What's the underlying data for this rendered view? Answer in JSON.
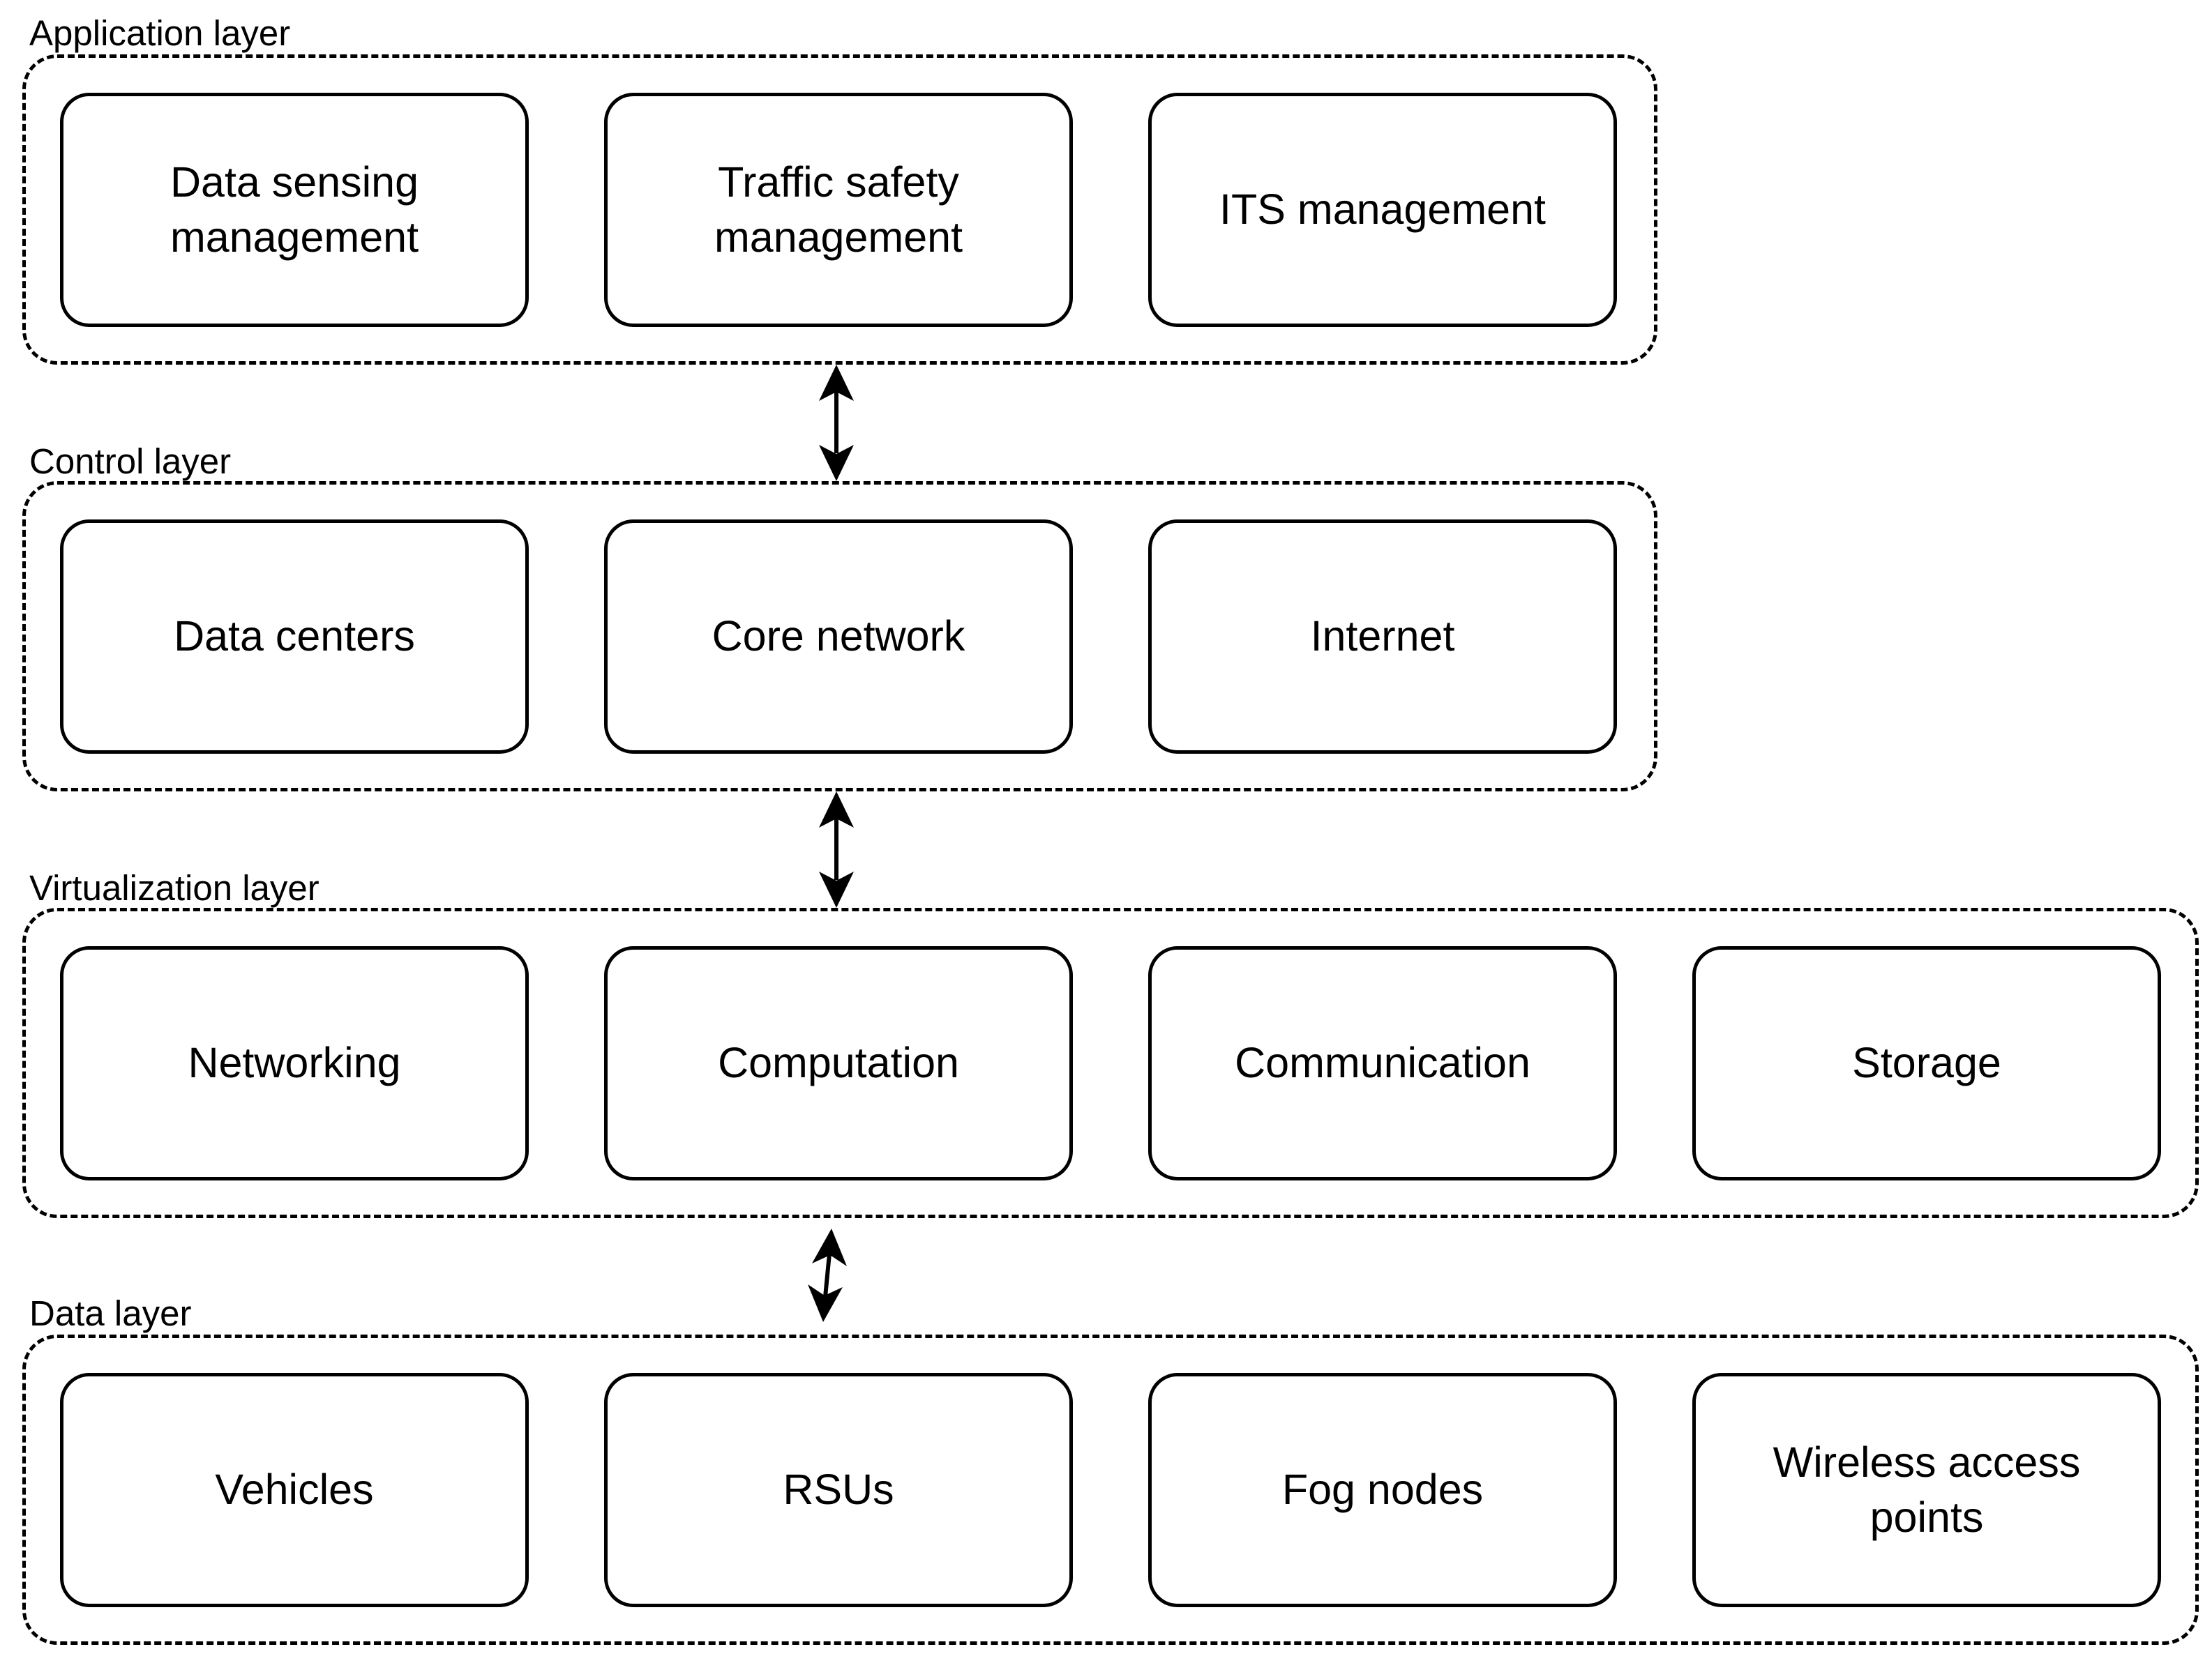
{
  "layers": [
    {
      "label": "Application layer",
      "boxes": [
        "Data sensing management",
        "Traffic safety management",
        "ITS management"
      ]
    },
    {
      "label": "Control layer",
      "boxes": [
        "Data centers",
        "Core network",
        "Internet"
      ]
    },
    {
      "label": "Virtualization layer",
      "boxes": [
        "Networking",
        "Computation",
        "Communication",
        "Storage"
      ]
    },
    {
      "label": "Data layer",
      "boxes": [
        "Vehicles",
        "RSUs",
        "Fog nodes",
        "Wireless access points"
      ]
    }
  ],
  "connectors": [
    {
      "from": "Application layer",
      "to": "Control layer",
      "style": "bidirectional-arrow"
    },
    {
      "from": "Control layer",
      "to": "Virtualization layer",
      "style": "bidirectional-arrow"
    },
    {
      "from": "Virtualization layer",
      "to": "Data layer",
      "style": "bidirectional-arrow"
    }
  ]
}
